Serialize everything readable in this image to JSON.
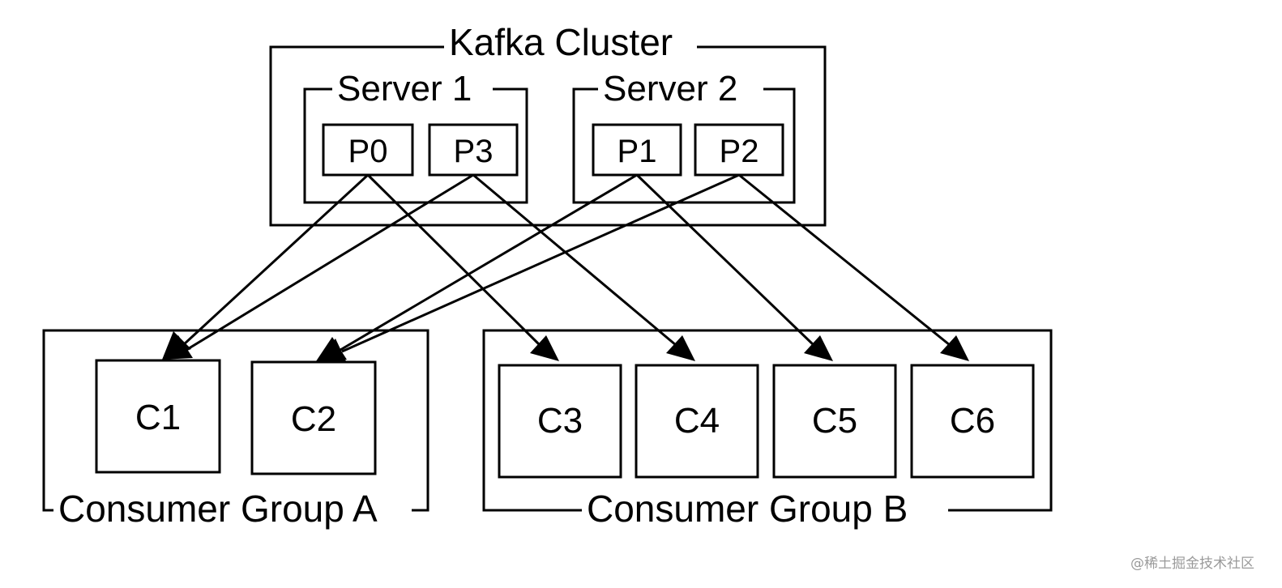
{
  "cluster": {
    "label": "Kafka Cluster",
    "servers": [
      {
        "id": "server-1",
        "label": "Server 1",
        "partitions": [
          "P0",
          "P3"
        ]
      },
      {
        "id": "server-2",
        "label": "Server 2",
        "partitions": [
          "P1",
          "P2"
        ]
      }
    ]
  },
  "consumer_groups": [
    {
      "id": "group-a",
      "label": "Consumer Group A",
      "consumers": [
        "C1",
        "C2"
      ]
    },
    {
      "id": "group-b",
      "label": "Consumer Group B",
      "consumers": [
        "C3",
        "C4",
        "C5",
        "C6"
      ]
    }
  ],
  "edges": [
    {
      "from": "P0",
      "to": "C1"
    },
    {
      "from": "P0",
      "to": "C3"
    },
    {
      "from": "P3",
      "to": "C1"
    },
    {
      "from": "P3",
      "to": "C4"
    },
    {
      "from": "P1",
      "to": "C2"
    },
    {
      "from": "P1",
      "to": "C5"
    },
    {
      "from": "P2",
      "to": "C2"
    },
    {
      "from": "P2",
      "to": "C6"
    }
  ],
  "watermark": "@稀土掘金技术社区"
}
